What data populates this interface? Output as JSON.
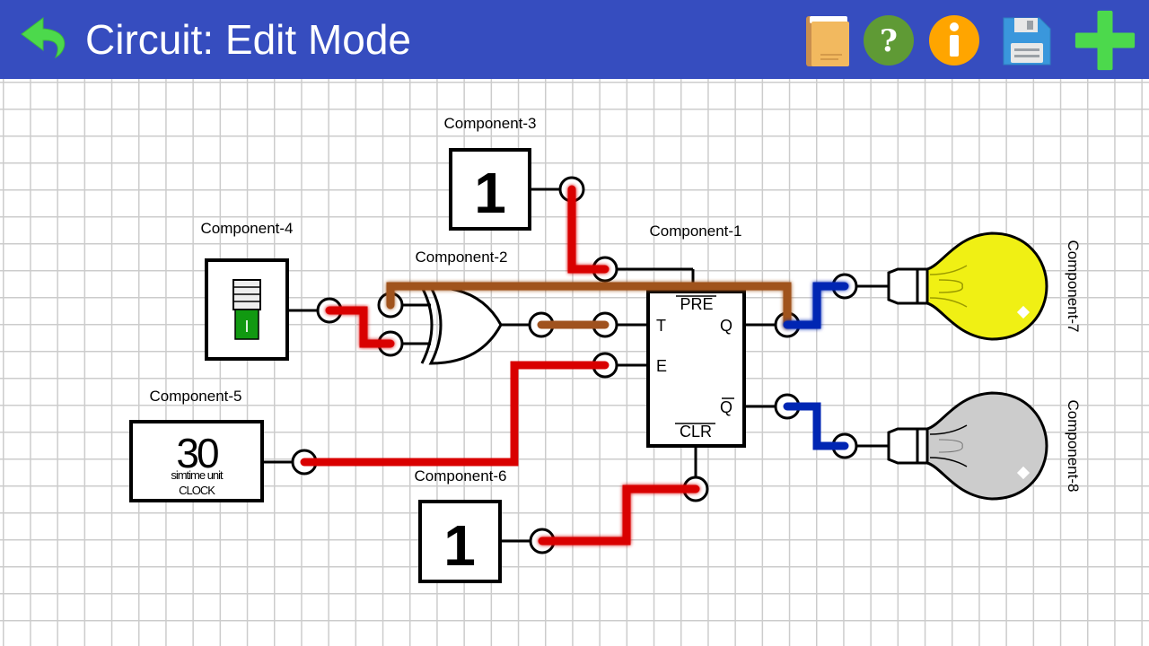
{
  "header": {
    "title": "Circuit: Edit Mode",
    "back_icon": "undo-arrow-icon",
    "toolbar": [
      {
        "name": "book-button",
        "icon": "book-icon",
        "color": "#f2b95f"
      },
      {
        "name": "help-button",
        "icon": "question-icon",
        "glyph": "?",
        "color": "#5f9a35"
      },
      {
        "name": "info-button",
        "icon": "info-icon",
        "glyph": "i",
        "color": "#ffa500"
      },
      {
        "name": "save-button",
        "icon": "floppy-disk-icon",
        "color": "#3a97dc"
      },
      {
        "name": "add-button",
        "icon": "plus-icon",
        "color": "#4cd94c"
      }
    ],
    "colors": {
      "bar": "#364dbf",
      "accent_green": "#4cd94c"
    }
  },
  "components": {
    "c1": {
      "label": "Component-1",
      "type": "T flip-flop",
      "pins": {
        "pre": "PRE",
        "t": "T",
        "e": "E",
        "q": "Q",
        "qbar": "Q",
        "clr": "CLR"
      }
    },
    "c2": {
      "label": "Component-2",
      "type": "XOR gate"
    },
    "c3": {
      "label": "Component-3",
      "type": "constant",
      "value": "1"
    },
    "c4": {
      "label": "Component-4",
      "type": "toggle switch",
      "state": "I"
    },
    "c5": {
      "label": "Component-5",
      "type": "clock",
      "value": "30",
      "unit": "simtime unit",
      "caption": "CLOCK"
    },
    "c6": {
      "label": "Component-6",
      "type": "constant",
      "value": "1"
    },
    "c7": {
      "label": "Component-7",
      "type": "light bulb",
      "state": "on"
    },
    "c8": {
      "label": "Component-8",
      "type": "light bulb",
      "state": "off"
    }
  },
  "wire_colors": {
    "high": "#d90000",
    "brown": "#a0521e",
    "blue": "#0026b3"
  },
  "bulb_colors": {
    "on": "#f0f014",
    "off": "#cccccc"
  }
}
